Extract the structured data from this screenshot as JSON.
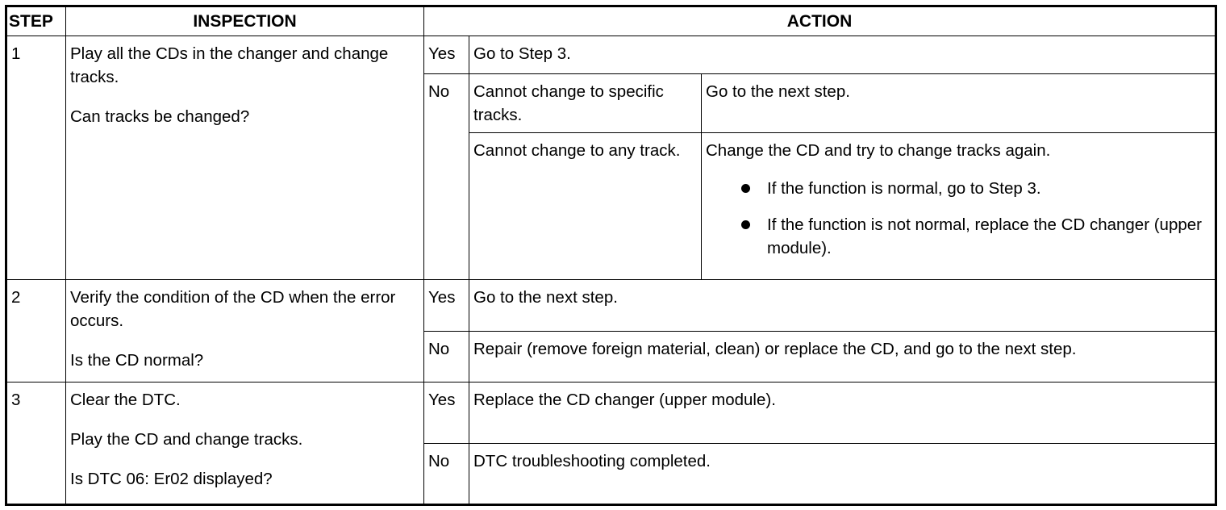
{
  "headers": {
    "step": "STEP",
    "inspection": "INSPECTION",
    "action": "ACTION"
  },
  "steps": [
    {
      "step": "1",
      "inspection": [
        "Play all the CDs in the changer and change tracks.",
        "Can tracks be changed?"
      ],
      "yes": {
        "answer": "Yes",
        "action": "Go to Step 3."
      },
      "no": {
        "answer": "No",
        "cases": [
          {
            "condition": "Cannot change to specific tracks.",
            "action": "Go to the next step."
          },
          {
            "condition": "Cannot change to any track.",
            "action": "Change the CD and try to change tracks again.",
            "bullets": [
              "If the function is normal, go to Step 3.",
              "If the function is not normal, replace the CD changer (upper module)."
            ]
          }
        ]
      }
    },
    {
      "step": "2",
      "inspection": [
        "Verify the condition of the CD when the error occurs.",
        "Is the CD normal?"
      ],
      "yes": {
        "answer": "Yes",
        "action": "Go to the next step."
      },
      "no": {
        "answer": "No",
        "action": "Repair (remove foreign material, clean) or replace the CD, and go to the next step."
      }
    },
    {
      "step": "3",
      "inspection": [
        "Clear the DTC.",
        "Play the CD and change tracks.",
        "Is DTC 06: Er02 displayed?"
      ],
      "yes": {
        "answer": "Yes",
        "action": "Replace the CD changer (upper module)."
      },
      "no": {
        "answer": "No",
        "action": "DTC troubleshooting completed."
      }
    }
  ]
}
